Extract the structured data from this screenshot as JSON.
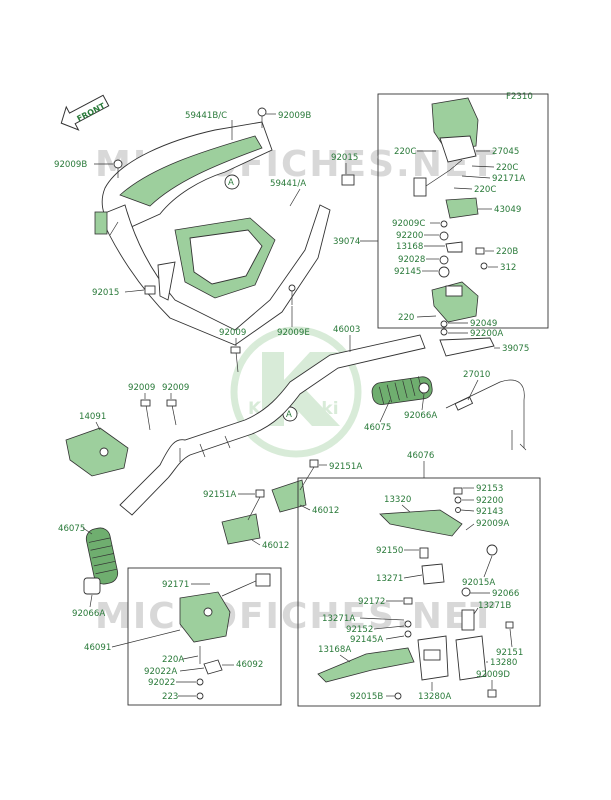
{
  "diagram_code": "F2310",
  "front_label": "FRONT",
  "watermark_text": "MICROFICHES.NET",
  "logo_text": "Kawasaki",
  "ref_marker": "A",
  "colors": {
    "label": "#2a7a3a",
    "part_fill": "#9dcf9d",
    "watermark": "#d8d8d8"
  },
  "labels": {
    "p59441bc": "59441B/C",
    "p92009b_top": "92009B",
    "p92009b_left": "92009B",
    "p92015_top": "92015",
    "p59441a": "59441/A",
    "p92015_left": "92015",
    "p92009_mid": "92009",
    "p92009e": "92009E",
    "p46003": "46003",
    "p92009_l1": "92009",
    "p92009_l2": "92009",
    "p14091": "14091",
    "p46075_r": "46075",
    "p92066a_r": "92066A",
    "p27010": "27010",
    "p92151a_r": "92151A",
    "p92151a_l": "92151A",
    "p46012_r": "46012",
    "p46012_l": "46012",
    "p46075_l": "46075",
    "p92066a_l": "92066A",
    "p92171": "92171",
    "p46091": "46091",
    "p220a": "220A",
    "p92022a": "92022A",
    "p46092": "46092",
    "p92022": "92022",
    "p223": "223",
    "p220c_1": "220C",
    "p27045": "27045",
    "p220c_2": "220C",
    "p92171a": "92171A",
    "p220c_3": "220C",
    "p43049": "43049",
    "p39074": "39074",
    "p92009c": "92009C",
    "p92200_t": "92200",
    "p13168": "13168",
    "p220b": "220B",
    "p92028": "92028",
    "p312": "312",
    "p92145": "92145",
    "p220": "220",
    "p92049": "92049",
    "p92200a": "92200A",
    "p39075": "39075",
    "p46076": "46076",
    "p13320": "13320",
    "p92153": "92153",
    "p92200_b": "92200",
    "p92143": "92143",
    "p92009a": "92009A",
    "p92150": "92150",
    "p13271": "13271",
    "p92015a": "92015A",
    "p92066": "92066",
    "p92172": "92172",
    "p13271b": "13271B",
    "p13271a": "13271A",
    "p92152": "92152",
    "p92145a": "92145A",
    "p13168a": "13168A",
    "p92151": "92151",
    "p13280": "13280",
    "p92009d": "92009D",
    "p92015b": "92015B",
    "p13280a": "13280A"
  }
}
